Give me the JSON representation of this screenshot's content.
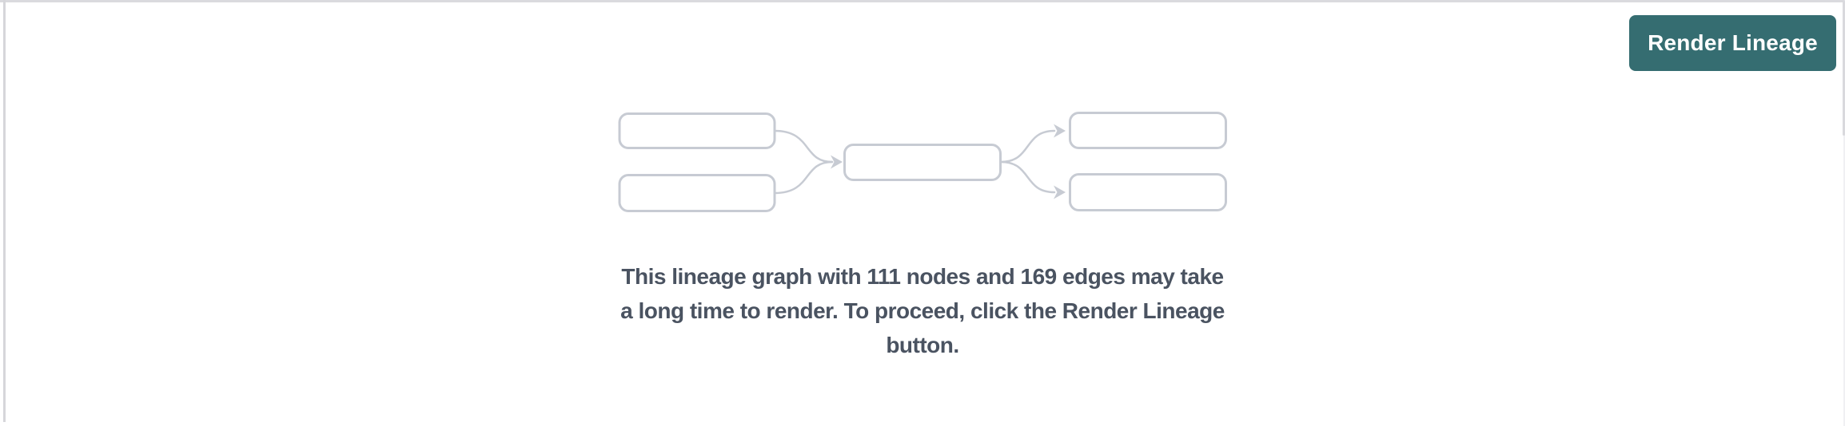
{
  "toolbar": {
    "render_lineage_label": "Render Lineage"
  },
  "empty_state": {
    "message_lines": [
      "This lineage graph with 111 nodes and 169 edges may take",
      "a long time to render. To proceed, click the Render Lineage",
      "button."
    ],
    "message": "This lineage graph with 111 nodes and 169 edges may take a long time to render. To proceed, click the Render Lineage button.",
    "node_count": "111",
    "edge_count": "169"
  },
  "diagram": {
    "icon": "lineage-graph-icon",
    "node_box_count": 5,
    "edge_count": 4
  },
  "colors": {
    "button_background": "#356d71",
    "button_text": "#ffffff",
    "diagram_stroke": "#c7cbd3",
    "message_text": "#4a5361",
    "panel_border": "#dadade"
  }
}
